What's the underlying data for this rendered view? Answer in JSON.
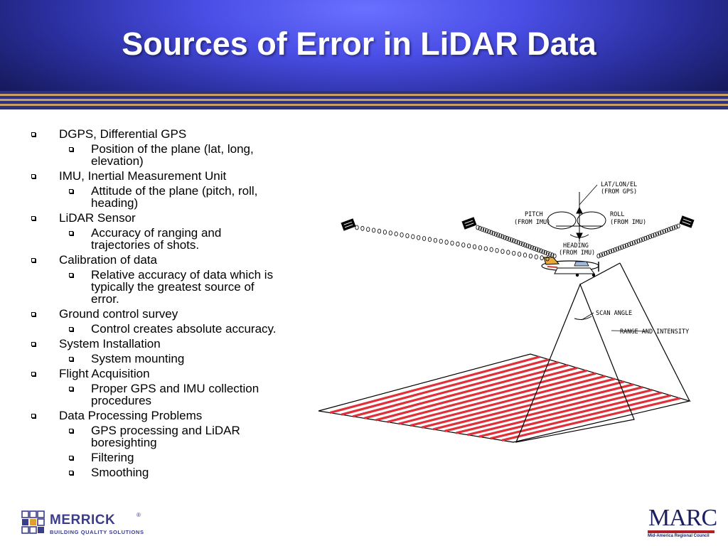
{
  "slide": {
    "title": "Sources of Error in LiDAR Data"
  },
  "outline": [
    {
      "level": 1,
      "text": "DGPS, Differential GPS"
    },
    {
      "level": 2,
      "text": "Position of the plane (lat, long,\nelevation)"
    },
    {
      "level": 1,
      "text": "IMU, Inertial Measurement Unit"
    },
    {
      "level": 2,
      "text": "Attitude of the plane (pitch, roll,\nheading)"
    },
    {
      "level": 1,
      "text": "LiDAR Sensor"
    },
    {
      "level": 2,
      "text": "Accuracy of ranging and\ntrajectories of shots."
    },
    {
      "level": 1,
      "text": "Calibration of data"
    },
    {
      "level": 2,
      "text": "Relative accuracy of data which is\ntypically the greatest source of\nerror."
    },
    {
      "level": 1,
      "text": "Ground control survey"
    },
    {
      "level": 2,
      "text": "Control creates absolute accuracy."
    },
    {
      "level": 1,
      "text": "System Installation"
    },
    {
      "level": 2,
      "text": "System mounting"
    },
    {
      "level": 1,
      "text": "Flight Acquisition"
    },
    {
      "level": 2,
      "text": "Proper GPS and IMU collection\nprocedures"
    },
    {
      "level": 1,
      "text": "Data Processing Problems"
    },
    {
      "level": 2,
      "text": "GPS processing and LiDAR\nboresighting"
    },
    {
      "level": 2,
      "text": "Filtering"
    },
    {
      "level": 2,
      "text": "Smoothing"
    }
  ],
  "diagram": {
    "lat_lon_el": "LAT/LON/EL",
    "from_gps": "(FROM GPS)",
    "pitch": "PITCH",
    "pitch_from": "(FROM IMU)",
    "roll": "ROLL",
    "roll_from": "(FROM IMU)",
    "heading": "HEADING",
    "heading_from": "(FROM IMU)",
    "scan_angle": "SCAN ANGLE",
    "range_intensity": "RANGE AND INTENSITY"
  },
  "footer": {
    "merrick_name": "MERRICK",
    "merrick_reg": "®",
    "merrick_tagline": "BUILDING QUALITY SOLUTIONS",
    "marc_name": "MARC",
    "marc_sub": "Mid-America Regional Council"
  },
  "colors": {
    "header_blue": "#4a4ee6",
    "stripe_gold": "#c89f63",
    "scan_red": "#e0303a",
    "brand_navy": "#3b3d8c"
  }
}
